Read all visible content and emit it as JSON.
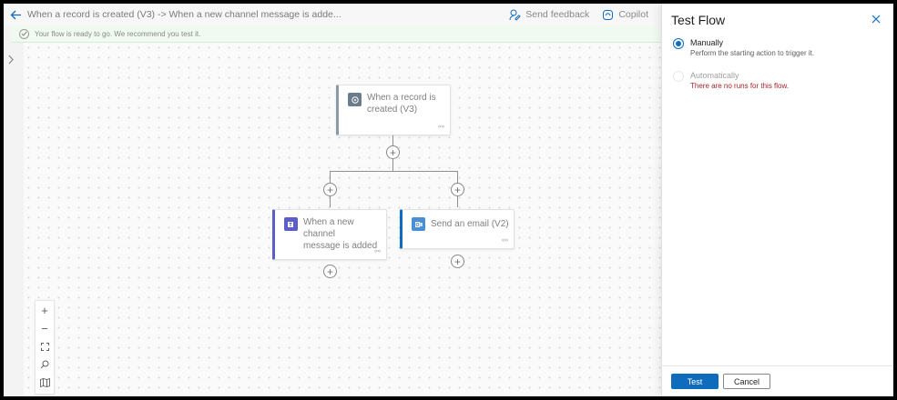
{
  "header": {
    "title": "When a record is created (V3) -> When a new channel message is adde...",
    "send_feedback": "Send feedback",
    "copilot": "Copilot"
  },
  "banner": {
    "message": "Your flow is ready to go. We recommend you test it."
  },
  "canvas": {
    "trigger_card": {
      "label_line1": "When a record is",
      "label_line2": "created (V3)",
      "icon": "dataverse-icon",
      "accent": "#8c9aa6"
    },
    "teams_card": {
      "label_line1": "When a new channel",
      "label_line2": "message is added",
      "icon": "teams-icon",
      "accent": "#5b5fc7"
    },
    "outlook_card": {
      "label": "Send an email (V2)",
      "icon": "outlook-icon",
      "accent": "#0f6cbd"
    }
  },
  "zoom_toolbar": {
    "icons": [
      "zoom-in-icon",
      "zoom-out-icon",
      "fit-view-icon",
      "search-icon",
      "minimap-icon"
    ]
  },
  "panel": {
    "title": "Test Flow",
    "options": [
      {
        "label": "Manually",
        "description": "Perform the starting action to trigger it.",
        "selected": true,
        "disabled": false
      },
      {
        "label": "Automatically",
        "description": "There are no runs for this flow.",
        "selected": false,
        "disabled": true
      }
    ],
    "test_button": "Test",
    "cancel_button": "Cancel"
  },
  "colors": {
    "primary": "#0f6cbd",
    "error": "#a4262c",
    "banner_bg": "#f1faf1"
  }
}
